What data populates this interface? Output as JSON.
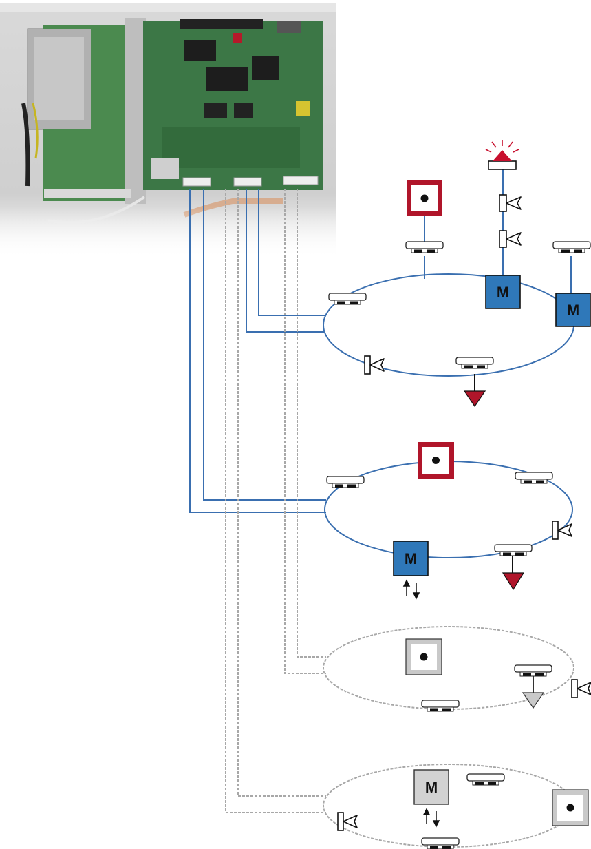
{
  "colors": {
    "active_loop": "#3a6fb0",
    "inactive_loop": "#a8a8a8",
    "module_fill": "#2f78b9",
    "module_fill_inactive": "#d2d2d2",
    "call_point_red": "#b0152a",
    "call_point_gray": "#c9c9c9",
    "flash_red": "#c8102e",
    "pcb_green": "#3f7a4a"
  },
  "diagram": {
    "panel_photo": "fire-alarm-control-panel-pcb",
    "module_letter": "M",
    "loops": [
      {
        "id": "loop-1",
        "state": "active",
        "devices": [
          "smoke-detector",
          "smoke-detector",
          "smoke-detector",
          "smoke-detector",
          "call-point",
          "module",
          "module",
          "sounder",
          "sounder",
          "sounder",
          "flashing-beacon",
          "remote-indicator"
        ]
      },
      {
        "id": "loop-2",
        "state": "active",
        "devices": [
          "smoke-detector",
          "smoke-detector",
          "smoke-detector",
          "call-point",
          "module-io",
          "sounder",
          "remote-indicator"
        ]
      },
      {
        "id": "loop-3",
        "state": "inactive",
        "devices": [
          "smoke-detector",
          "smoke-detector",
          "call-point",
          "sounder",
          "remote-indicator"
        ]
      },
      {
        "id": "loop-4",
        "state": "inactive",
        "devices": [
          "smoke-detector",
          "smoke-detector",
          "call-point",
          "module-io",
          "sounder"
        ]
      }
    ]
  }
}
